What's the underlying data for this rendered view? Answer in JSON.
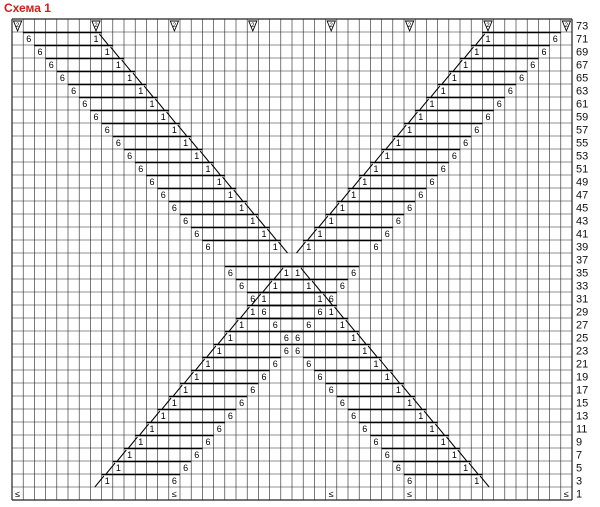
{
  "title": "Схема 1",
  "colors": {
    "title": "#d0201c",
    "grid": "#222222",
    "ink": "#000000"
  },
  "grid": {
    "columns": 50,
    "rows": 37
  },
  "row_numbers": [
    73,
    71,
    69,
    67,
    65,
    63,
    61,
    59,
    57,
    55,
    53,
    51,
    49,
    47,
    45,
    43,
    41,
    39,
    37,
    35,
    33,
    31,
    29,
    27,
    25,
    23,
    21,
    19,
    17,
    15,
    13,
    11,
    9,
    7,
    5,
    3,
    1
  ],
  "symbols": {
    "cable_count": "6",
    "single_stitch": "1",
    "top_marker": "2",
    "top_marker_name": "triangle-2-icon",
    "bottom_marker": "≤",
    "bottom_marker_name": "slip-stitch-icon"
  },
  "marker_columns_top": [
    0,
    7,
    14,
    21,
    28,
    35,
    42,
    49
  ],
  "marker_columns_bottom": [
    0,
    14,
    28,
    35,
    49
  ]
}
